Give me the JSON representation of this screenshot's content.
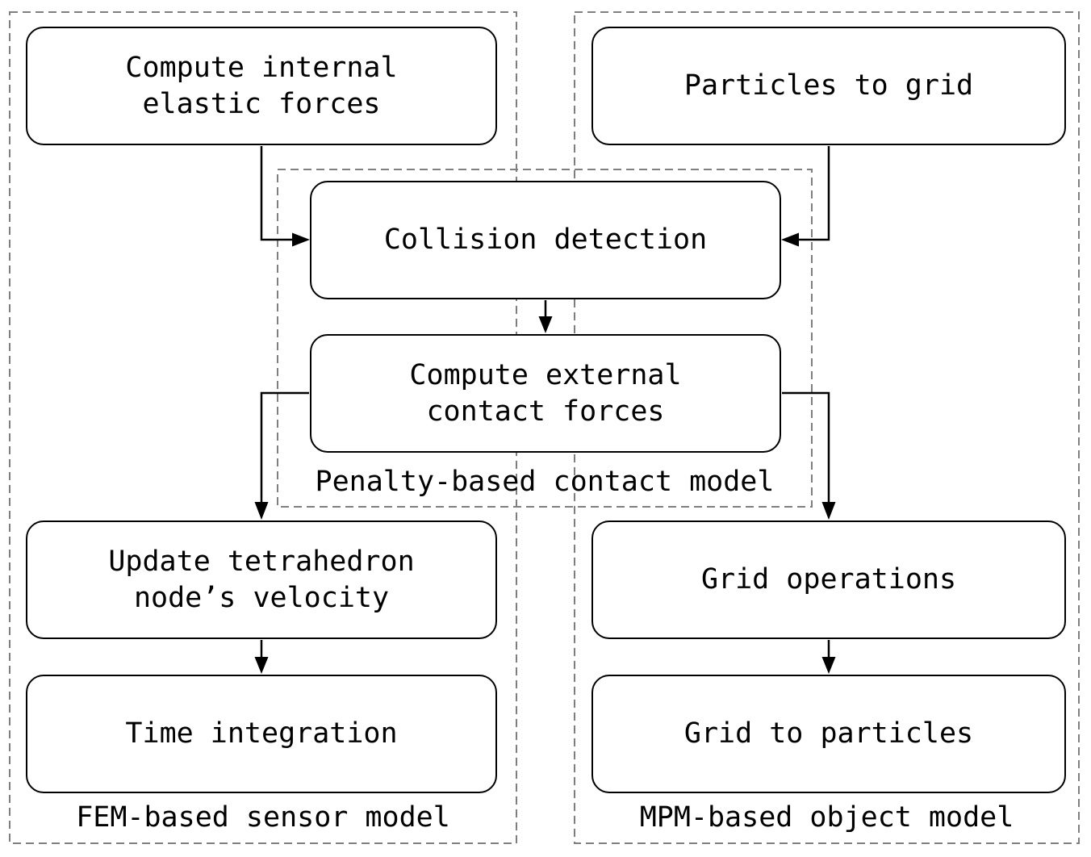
{
  "diagram": {
    "groups": {
      "fem": {
        "label": "FEM-based sensor model"
      },
      "penalty": {
        "label": "Penalty-based contact model"
      },
      "mpm": {
        "label": "MPM-based object model"
      }
    },
    "nodes": {
      "compute_internal": {
        "label": "Compute internal\nelastic forces",
        "group": "fem"
      },
      "particles_to_grid": {
        "label": "Particles to grid",
        "group": "mpm"
      },
      "collision_detection": {
        "label": "Collision detection",
        "group": "penalty"
      },
      "compute_external": {
        "label": "Compute external\ncontact forces",
        "group": "penalty"
      },
      "update_tetrahedron": {
        "label": "Update tetrahedron\nnode’s velocity",
        "group": "fem"
      },
      "time_integration": {
        "label": "Time integration",
        "group": "fem"
      },
      "grid_operations": {
        "label": "Grid operations",
        "group": "mpm"
      },
      "grid_to_particles": {
        "label": "Grid to particles",
        "group": "mpm"
      }
    },
    "edges": [
      {
        "from": "compute_internal",
        "to": "collision_detection"
      },
      {
        "from": "particles_to_grid",
        "to": "collision_detection"
      },
      {
        "from": "collision_detection",
        "to": "compute_external"
      },
      {
        "from": "compute_external",
        "to": "update_tetrahedron"
      },
      {
        "from": "compute_external",
        "to": "grid_operations"
      },
      {
        "from": "update_tetrahedron",
        "to": "time_integration"
      },
      {
        "from": "grid_operations",
        "to": "grid_to_particles"
      }
    ],
    "colors": {
      "background": "#ffffff",
      "node_border": "#000000",
      "group_border": "#7f7f7f",
      "text": "#000000"
    }
  }
}
